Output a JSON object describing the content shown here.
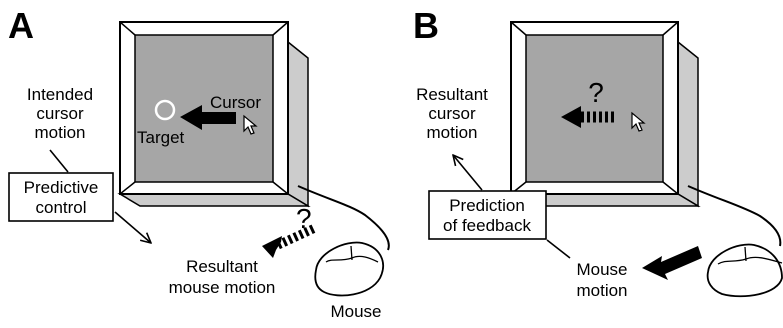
{
  "panel_a": {
    "letter": "A",
    "intended_line1": "Intended",
    "intended_line2": "cursor",
    "intended_line3": "motion",
    "box_line1": "Predictive",
    "box_line2": "control",
    "target_label": "Target",
    "cursor_label": "Cursor",
    "question_mark": "?",
    "resultant_line1": "Resultant",
    "resultant_line2": "mouse motion",
    "mouse_label": "Mouse"
  },
  "panel_b": {
    "letter": "B",
    "resultant_line1": "Resultant",
    "resultant_line2": "cursor",
    "resultant_line3": "motion",
    "box_line1": "Prediction",
    "box_line2": "of feedback",
    "question_mark": "?",
    "mouse_line1": "Mouse",
    "mouse_line2": "motion"
  },
  "colors": {
    "screen": "#a6a6a6",
    "monitor_face": "#ffffff",
    "monitor_side": "#cccccc",
    "ink": "#000000"
  }
}
